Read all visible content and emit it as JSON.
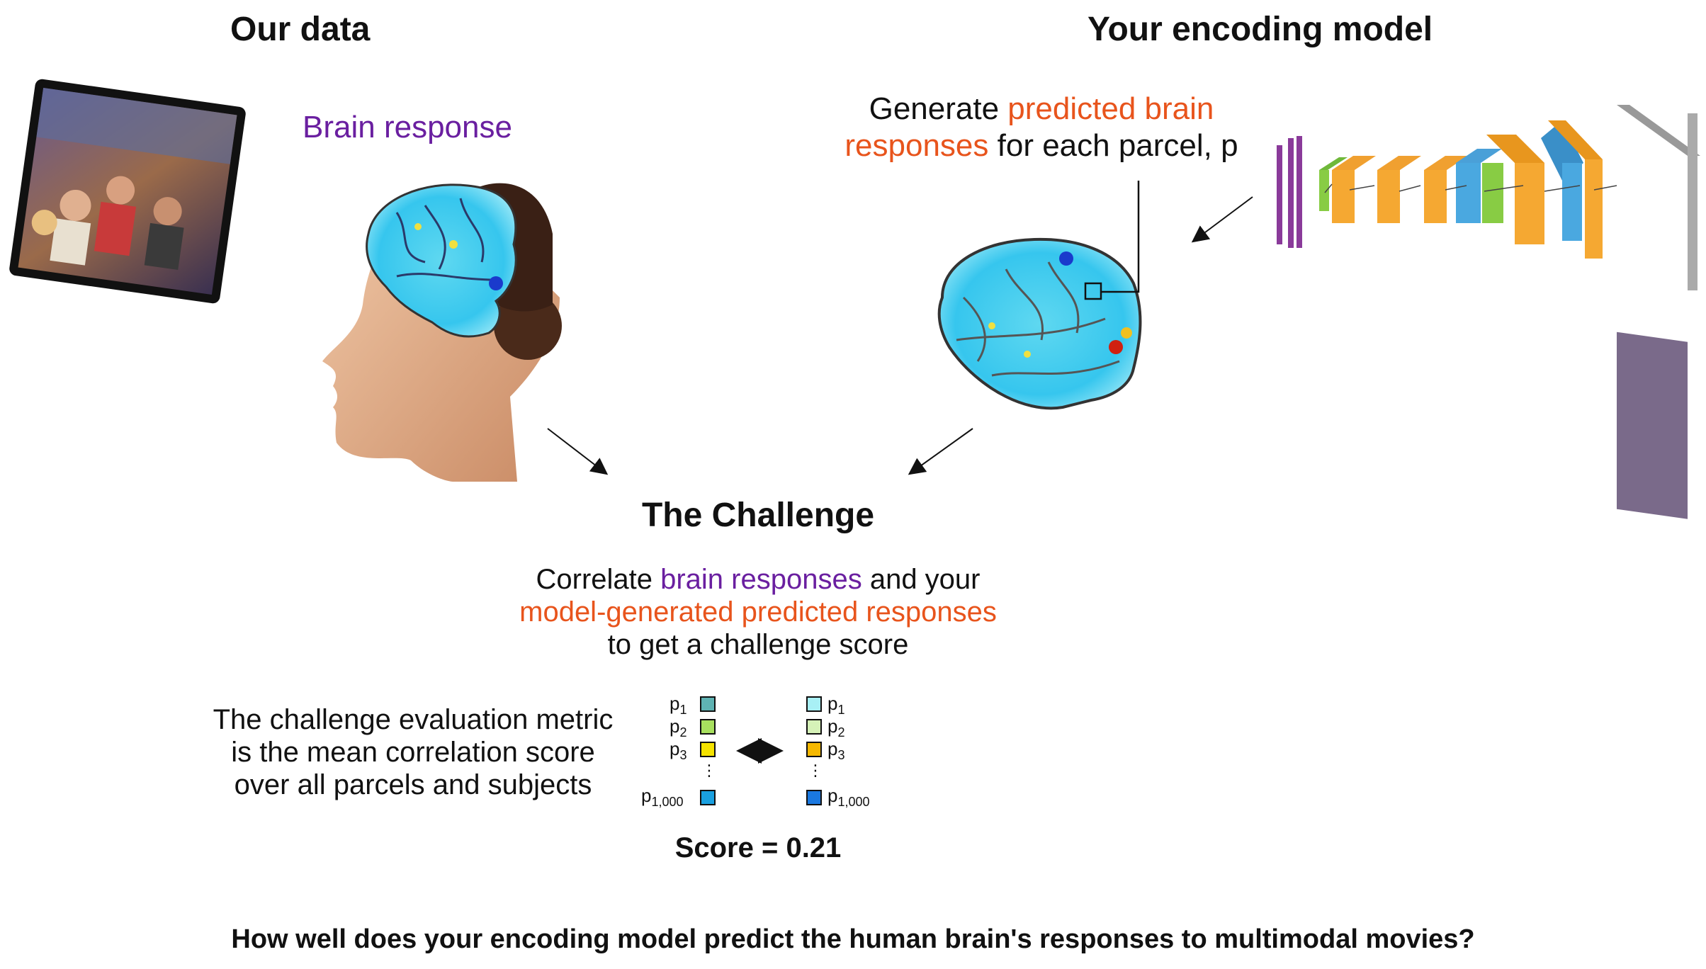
{
  "left": {
    "title": "Our data",
    "brain_label": "Brain response"
  },
  "right": {
    "title": "Your encoding model",
    "generate_pre": "Generate ",
    "generate_orange": "predicted brain responses",
    "generate_post": " for each parcel, p"
  },
  "challenge": {
    "title": "The Challenge",
    "line1_pre": "Correlate ",
    "line1_purple": "brain responses",
    "line1_post": " and your",
    "line2_orange": "model-generated predicted responses",
    "line3": "to get a challenge score"
  },
  "metric": {
    "text_line1": "The challenge evaluation metric",
    "text_line2": "is the mean correlation score",
    "text_line3": "over all parcels and subjects",
    "p": "p",
    "subs": [
      "1",
      "2",
      "3",
      "1,000"
    ],
    "dots": "⋮",
    "left_colors": [
      "#5fb3b3",
      "#a8e05f",
      "#f5e300",
      "#1aa0e0"
    ],
    "right_colors": [
      "#a8f0f5",
      "#d6f2b8",
      "#f5b800",
      "#1a78e0"
    ],
    "score": "Score = 0.21"
  },
  "footer": {
    "question": "How well does your encoding model predict the human brain's responses to multimodal movies?"
  },
  "icons": {
    "movie_still": "movie-frame-icon",
    "head": "human-head-icon",
    "brain": "brain-map-icon",
    "cnn": "neural-network-icon"
  }
}
